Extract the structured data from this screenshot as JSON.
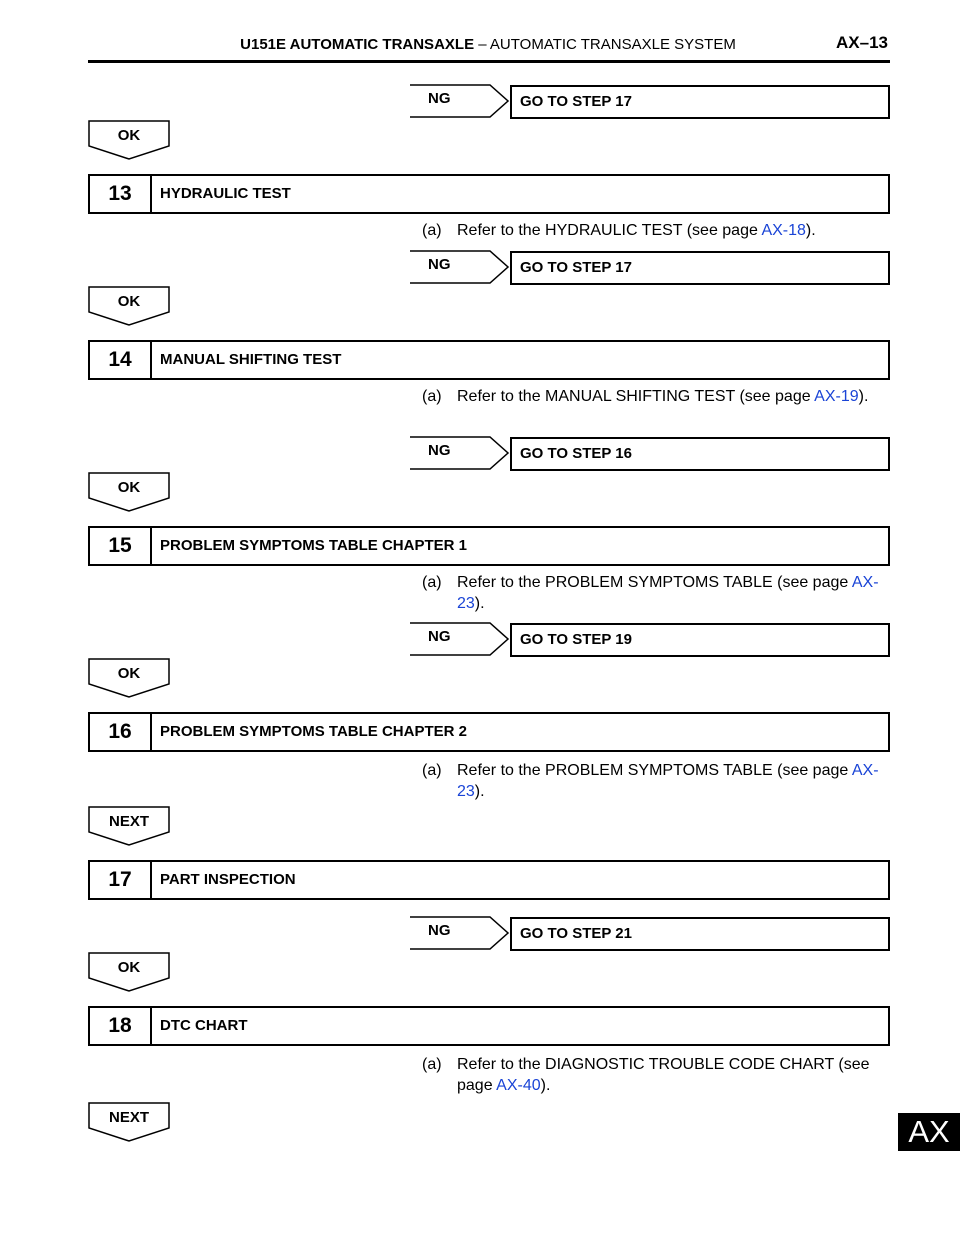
{
  "header": {
    "title_bold": "U151E AUTOMATIC TRANSAXLE",
    "title_rest": "–  AUTOMATIC TRANSAXLE SYSTEM",
    "page": "AX–13"
  },
  "side_tab": "AX",
  "labels": {
    "ng": "NG",
    "ok": "OK",
    "next": "NEXT"
  },
  "ng_actions": {
    "a1": "GO TO STEP 17",
    "a2": "GO TO STEP 17",
    "a3": "GO TO STEP 16",
    "a4": "GO TO STEP 19",
    "a5": "GO TO STEP 21"
  },
  "steps": {
    "s13": {
      "num": "13",
      "title": "HYDRAULIC TEST"
    },
    "s14": {
      "num": "14",
      "title": "MANUAL SHIFTING TEST"
    },
    "s15": {
      "num": "15",
      "title": "PROBLEM SYMPTOMS TABLE CHAPTER 1"
    },
    "s16": {
      "num": "16",
      "title": "PROBLEM SYMPTOMS TABLE CHAPTER 2"
    },
    "s17": {
      "num": "17",
      "title": "PART INSPECTION"
    },
    "s18": {
      "num": "18",
      "title": "DTC CHART"
    }
  },
  "instructions": {
    "marker": "(a)",
    "i13": {
      "before": "Refer to the HYDRAULIC TEST (see page ",
      "link": "AX-18",
      "after": ")."
    },
    "i14": {
      "before": "Refer to the MANUAL SHIFTING TEST (see page ",
      "link": "AX-19",
      "after": ")."
    },
    "i15": {
      "before": "Refer to the PROBLEM SYMPTOMS TABLE (see page ",
      "link": "AX-23",
      "after": ")."
    },
    "i16": {
      "before": "Refer to the PROBLEM SYMPTOMS TABLE (see page ",
      "link": "AX-23",
      "after": ")."
    },
    "i18": {
      "before": "Refer to the DIAGNOSTIC TROUBLE CODE CHART (see page ",
      "link": "AX-40",
      "after": ")."
    }
  },
  "colors": {
    "link": "#1a44d6",
    "text": "#000000"
  }
}
